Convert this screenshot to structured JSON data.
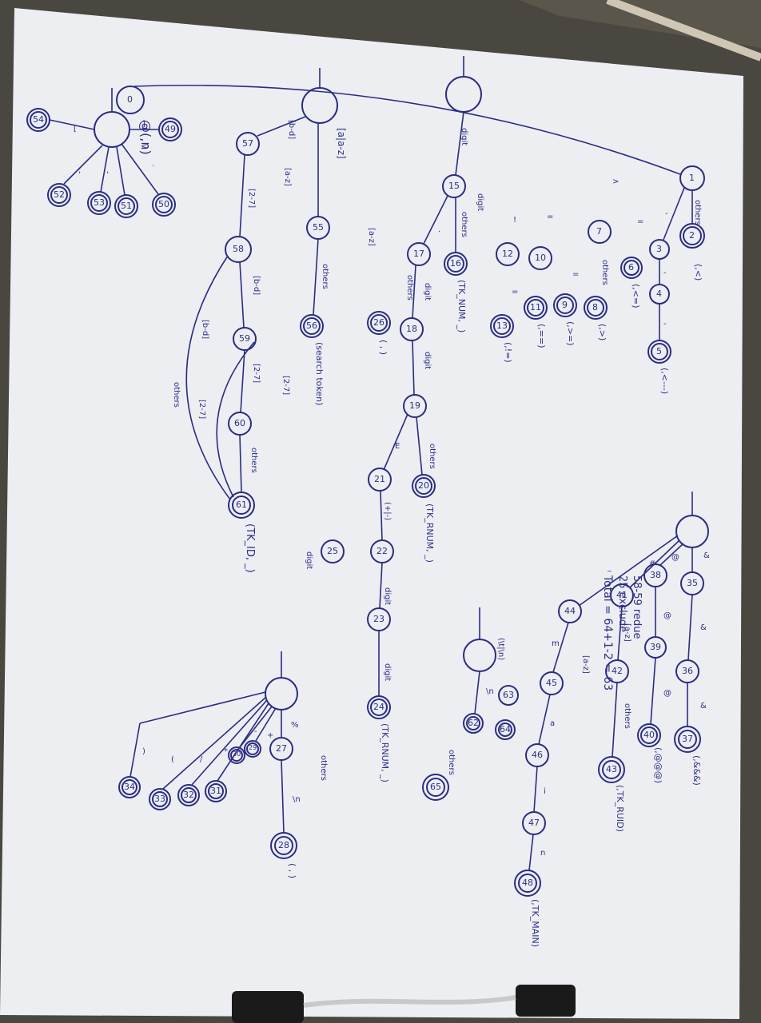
{
  "diagram": {
    "start_label": "@(,n)",
    "total_notes": [
      "58-59 redue",
      "25 exclude",
      "Total = 64+1-2 = 63"
    ],
    "m1": {
      "states": [
        "0",
        "1",
        "2",
        "3",
        "4",
        "5",
        "6",
        "7",
        "8",
        "9",
        "10",
        "11",
        "12",
        "13"
      ],
      "edge_labels": [
        "<",
        "others",
        "-",
        "-",
        "-",
        "=",
        ">",
        "=",
        "others",
        "=",
        "!",
        "=",
        "digit"
      ],
      "outputs": [
        "(,<)",
        "(,<---)",
        "(,<=)",
        "(,>)",
        "(,>=)",
        "(,==)",
        "(,!=)"
      ]
    },
    "m2": {
      "states": [
        "15",
        "16",
        "17",
        "18",
        "19",
        "20",
        "21",
        "22",
        "23",
        "24",
        "25",
        "26"
      ],
      "edge_labels": [
        "digit",
        "digit",
        "others",
        ".",
        "digit",
        "others",
        "digit",
        "digit",
        "others",
        "E",
        "(+|-)",
        "digit",
        "digit",
        "digit"
      ],
      "outputs": [
        "(TK_NUM, _)",
        "(TK_RNUM, _)",
        "(TK_RNUM, _)",
        "( , )"
      ]
    },
    "m3": {
      "states": [
        "55",
        "56",
        "57",
        "58",
        "59",
        "60",
        "61"
      ],
      "edge_labels": [
        "[a|a-z]",
        "[b-d]",
        "[a-z]",
        "others",
        "others",
        "[a-z]",
        "[2-7]",
        "[b-d]",
        "[b-d]",
        "[2-7]",
        "[2-7]",
        "[2-7]",
        "others",
        "others"
      ],
      "outputs": [
        "(search token)",
        "(TK_ID, _)"
      ]
    },
    "m4": {
      "states": [
        "54",
        "49",
        "52",
        "53",
        "51",
        "50"
      ],
      "edge_labels": [
        "[",
        "]",
        ";",
        ",",
        "."
      ]
    },
    "m5": {
      "states": [
        "35",
        "36",
        "37",
        "38",
        "39",
        "40",
        "41",
        "42",
        "43",
        "44",
        "45",
        "46",
        "47",
        "48"
      ],
      "edge_labels": [
        "&",
        "&",
        "&",
        "@",
        "@",
        "@",
        "#",
        "[a-z]",
        "[a-z]",
        "others",
        "_",
        "m",
        "a",
        "i",
        "n"
      ],
      "outputs": [
        "(,&&&)",
        "(,@@@)",
        "(,TK_RUID)",
        "(,TK_MAIN)"
      ]
    },
    "m6": {
      "states": [
        "62",
        "63",
        "64",
        "65"
      ],
      "edge_labels": [
        "%",
        "\\n",
        "(\\t|\\n)",
        "others"
      ]
    },
    "m7": {
      "states": [
        "27",
        "28",
        "29",
        "30",
        "31",
        "32",
        "33",
        "34"
      ],
      "edge_labels": [
        "%",
        "others",
        "\\n",
        "+",
        "-",
        "*",
        "/",
        "(",
        ")"
      ],
      "outputs": [
        "( , )"
      ]
    }
  }
}
